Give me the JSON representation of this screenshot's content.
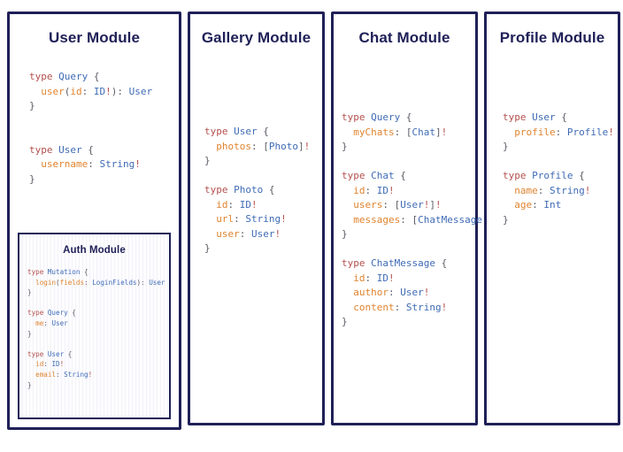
{
  "canvas": {
    "background": "#ffffff",
    "border_color": "#1f2057"
  },
  "theme": {
    "title_color": "#1f2057",
    "keyword_color": "#b3504d",
    "type_color": "#3f6bb5",
    "field_color": "#e0842f",
    "punctuation_color": "#5c5c66"
  },
  "panels": [
    {
      "id": "user-module",
      "title": "User Module",
      "code_lines": [
        [
          {
            "t": "type ",
            "c": "kw"
          },
          {
            "t": "Query",
            "c": "typ"
          },
          {
            "t": " {",
            "c": "pun"
          }
        ],
        [
          {
            "t": "  ",
            "c": "pun"
          },
          {
            "t": "user",
            "c": "fld"
          },
          {
            "t": "(",
            "c": "pun"
          },
          {
            "t": "id",
            "c": "fld"
          },
          {
            "t": ": ",
            "c": "pun"
          },
          {
            "t": "ID",
            "c": "typ"
          },
          {
            "t": "!",
            "c": "kw"
          },
          {
            "t": "): ",
            "c": "pun"
          },
          {
            "t": "User",
            "c": "typ"
          }
        ],
        [
          {
            "t": "}",
            "c": "pun"
          }
        ],
        [],
        [],
        [
          {
            "t": "type ",
            "c": "kw"
          },
          {
            "t": "User",
            "c": "typ"
          },
          {
            "t": " {",
            "c": "pun"
          }
        ],
        [
          {
            "t": "  ",
            "c": "pun"
          },
          {
            "t": "username",
            "c": "fld"
          },
          {
            "t": ": ",
            "c": "pun"
          },
          {
            "t": "String",
            "c": "typ"
          },
          {
            "t": "!",
            "c": "kw"
          }
        ],
        [
          {
            "t": "}",
            "c": "pun"
          }
        ]
      ],
      "nested": {
        "id": "auth-module",
        "title": "Auth Module",
        "code_lines": [
          [
            {
              "t": "type ",
              "c": "kw"
            },
            {
              "t": "Mutation",
              "c": "typ"
            },
            {
              "t": " {",
              "c": "pun"
            }
          ],
          [
            {
              "t": "  ",
              "c": "pun"
            },
            {
              "t": "login",
              "c": "fld"
            },
            {
              "t": "(",
              "c": "pun"
            },
            {
              "t": "fields",
              "c": "fld"
            },
            {
              "t": ": ",
              "c": "pun"
            },
            {
              "t": "LoginFields",
              "c": "typ"
            },
            {
              "t": "): ",
              "c": "pun"
            },
            {
              "t": "User",
              "c": "typ"
            }
          ],
          [
            {
              "t": "}",
              "c": "pun"
            }
          ],
          [],
          [
            {
              "t": "type ",
              "c": "kw"
            },
            {
              "t": "Query",
              "c": "typ"
            },
            {
              "t": " {",
              "c": "pun"
            }
          ],
          [
            {
              "t": "  ",
              "c": "pun"
            },
            {
              "t": "me",
              "c": "fld"
            },
            {
              "t": ": ",
              "c": "pun"
            },
            {
              "t": "User",
              "c": "typ"
            }
          ],
          [
            {
              "t": "}",
              "c": "pun"
            }
          ],
          [],
          [
            {
              "t": "type ",
              "c": "kw"
            },
            {
              "t": "User",
              "c": "typ"
            },
            {
              "t": " {",
              "c": "pun"
            }
          ],
          [
            {
              "t": "  ",
              "c": "pun"
            },
            {
              "t": "id",
              "c": "fld"
            },
            {
              "t": ": ",
              "c": "pun"
            },
            {
              "t": "ID",
              "c": "typ"
            },
            {
              "t": "!",
              "c": "kw"
            }
          ],
          [
            {
              "t": "  ",
              "c": "pun"
            },
            {
              "t": "email",
              "c": "fld"
            },
            {
              "t": ": ",
              "c": "pun"
            },
            {
              "t": "String",
              "c": "typ"
            },
            {
              "t": "!",
              "c": "kw"
            }
          ],
          [
            {
              "t": "}",
              "c": "pun"
            }
          ]
        ]
      }
    },
    {
      "id": "gallery-module",
      "title": "Gallery Module",
      "code_lines": [
        [
          {
            "t": "type ",
            "c": "kw"
          },
          {
            "t": "User",
            "c": "typ"
          },
          {
            "t": " {",
            "c": "pun"
          }
        ],
        [
          {
            "t": "  ",
            "c": "pun"
          },
          {
            "t": "photos",
            "c": "fld"
          },
          {
            "t": ": [",
            "c": "pun"
          },
          {
            "t": "Photo",
            "c": "typ"
          },
          {
            "t": "]",
            "c": "pun"
          },
          {
            "t": "!",
            "c": "kw"
          }
        ],
        [
          {
            "t": "}",
            "c": "pun"
          }
        ],
        [],
        [
          {
            "t": "type ",
            "c": "kw"
          },
          {
            "t": "Photo",
            "c": "typ"
          },
          {
            "t": " {",
            "c": "pun"
          }
        ],
        [
          {
            "t": "  ",
            "c": "pun"
          },
          {
            "t": "id",
            "c": "fld"
          },
          {
            "t": ": ",
            "c": "pun"
          },
          {
            "t": "ID",
            "c": "typ"
          },
          {
            "t": "!",
            "c": "kw"
          }
        ],
        [
          {
            "t": "  ",
            "c": "pun"
          },
          {
            "t": "url",
            "c": "fld"
          },
          {
            "t": ": ",
            "c": "pun"
          },
          {
            "t": "String",
            "c": "typ"
          },
          {
            "t": "!",
            "c": "kw"
          }
        ],
        [
          {
            "t": "  ",
            "c": "pun"
          },
          {
            "t": "user",
            "c": "fld"
          },
          {
            "t": ": ",
            "c": "pun"
          },
          {
            "t": "User",
            "c": "typ"
          },
          {
            "t": "!",
            "c": "kw"
          }
        ],
        [
          {
            "t": "}",
            "c": "pun"
          }
        ]
      ]
    },
    {
      "id": "chat-module",
      "title": "Chat Module",
      "code_lines": [
        [
          {
            "t": "type ",
            "c": "kw"
          },
          {
            "t": "Query",
            "c": "typ"
          },
          {
            "t": " {",
            "c": "pun"
          }
        ],
        [
          {
            "t": "  ",
            "c": "pun"
          },
          {
            "t": "myChats",
            "c": "fld"
          },
          {
            "t": ": [",
            "c": "pun"
          },
          {
            "t": "Chat",
            "c": "typ"
          },
          {
            "t": "]",
            "c": "pun"
          },
          {
            "t": "!",
            "c": "kw"
          }
        ],
        [
          {
            "t": "}",
            "c": "pun"
          }
        ],
        [],
        [
          {
            "t": "type ",
            "c": "kw"
          },
          {
            "t": "Chat",
            "c": "typ"
          },
          {
            "t": " {",
            "c": "pun"
          }
        ],
        [
          {
            "t": "  ",
            "c": "pun"
          },
          {
            "t": "id",
            "c": "fld"
          },
          {
            "t": ": ",
            "c": "pun"
          },
          {
            "t": "ID",
            "c": "typ"
          },
          {
            "t": "!",
            "c": "kw"
          }
        ],
        [
          {
            "t": "  ",
            "c": "pun"
          },
          {
            "t": "users",
            "c": "fld"
          },
          {
            "t": ": [",
            "c": "pun"
          },
          {
            "t": "User",
            "c": "typ"
          },
          {
            "t": "!",
            "c": "kw"
          },
          {
            "t": "]",
            "c": "pun"
          },
          {
            "t": "!",
            "c": "kw"
          }
        ],
        [
          {
            "t": "  ",
            "c": "pun"
          },
          {
            "t": "messages",
            "c": "fld"
          },
          {
            "t": ": [",
            "c": "pun"
          },
          {
            "t": "ChatMessage",
            "c": "typ"
          },
          {
            "t": "]",
            "c": "pun"
          },
          {
            "t": "!",
            "c": "kw"
          }
        ],
        [
          {
            "t": "}",
            "c": "pun"
          }
        ],
        [],
        [
          {
            "t": "type ",
            "c": "kw"
          },
          {
            "t": "ChatMessage",
            "c": "typ"
          },
          {
            "t": " {",
            "c": "pun"
          }
        ],
        [
          {
            "t": "  ",
            "c": "pun"
          },
          {
            "t": "id",
            "c": "fld"
          },
          {
            "t": ": ",
            "c": "pun"
          },
          {
            "t": "ID",
            "c": "typ"
          },
          {
            "t": "!",
            "c": "kw"
          }
        ],
        [
          {
            "t": "  ",
            "c": "pun"
          },
          {
            "t": "author",
            "c": "fld"
          },
          {
            "t": ": ",
            "c": "pun"
          },
          {
            "t": "User",
            "c": "typ"
          },
          {
            "t": "!",
            "c": "kw"
          }
        ],
        [
          {
            "t": "  ",
            "c": "pun"
          },
          {
            "t": "content",
            "c": "fld"
          },
          {
            "t": ": ",
            "c": "pun"
          },
          {
            "t": "String",
            "c": "typ"
          },
          {
            "t": "!",
            "c": "kw"
          }
        ],
        [
          {
            "t": "}",
            "c": "pun"
          }
        ]
      ]
    },
    {
      "id": "profile-module",
      "title": "Profile Module",
      "code_lines": [
        [
          {
            "t": "type ",
            "c": "kw"
          },
          {
            "t": "User",
            "c": "typ"
          },
          {
            "t": " {",
            "c": "pun"
          }
        ],
        [
          {
            "t": "  ",
            "c": "pun"
          },
          {
            "t": "profile",
            "c": "fld"
          },
          {
            "t": ": ",
            "c": "pun"
          },
          {
            "t": "Profile",
            "c": "typ"
          },
          {
            "t": "!",
            "c": "kw"
          }
        ],
        [
          {
            "t": "}",
            "c": "pun"
          }
        ],
        [],
        [
          {
            "t": "type ",
            "c": "kw"
          },
          {
            "t": "Profile",
            "c": "typ"
          },
          {
            "t": " {",
            "c": "pun"
          }
        ],
        [
          {
            "t": "  ",
            "c": "pun"
          },
          {
            "t": "name",
            "c": "fld"
          },
          {
            "t": ": ",
            "c": "pun"
          },
          {
            "t": "String",
            "c": "typ"
          },
          {
            "t": "!",
            "c": "kw"
          }
        ],
        [
          {
            "t": "  ",
            "c": "pun"
          },
          {
            "t": "age",
            "c": "fld"
          },
          {
            "t": ": ",
            "c": "pun"
          },
          {
            "t": "Int",
            "c": "typ"
          }
        ],
        [
          {
            "t": "}",
            "c": "pun"
          }
        ]
      ]
    }
  ]
}
